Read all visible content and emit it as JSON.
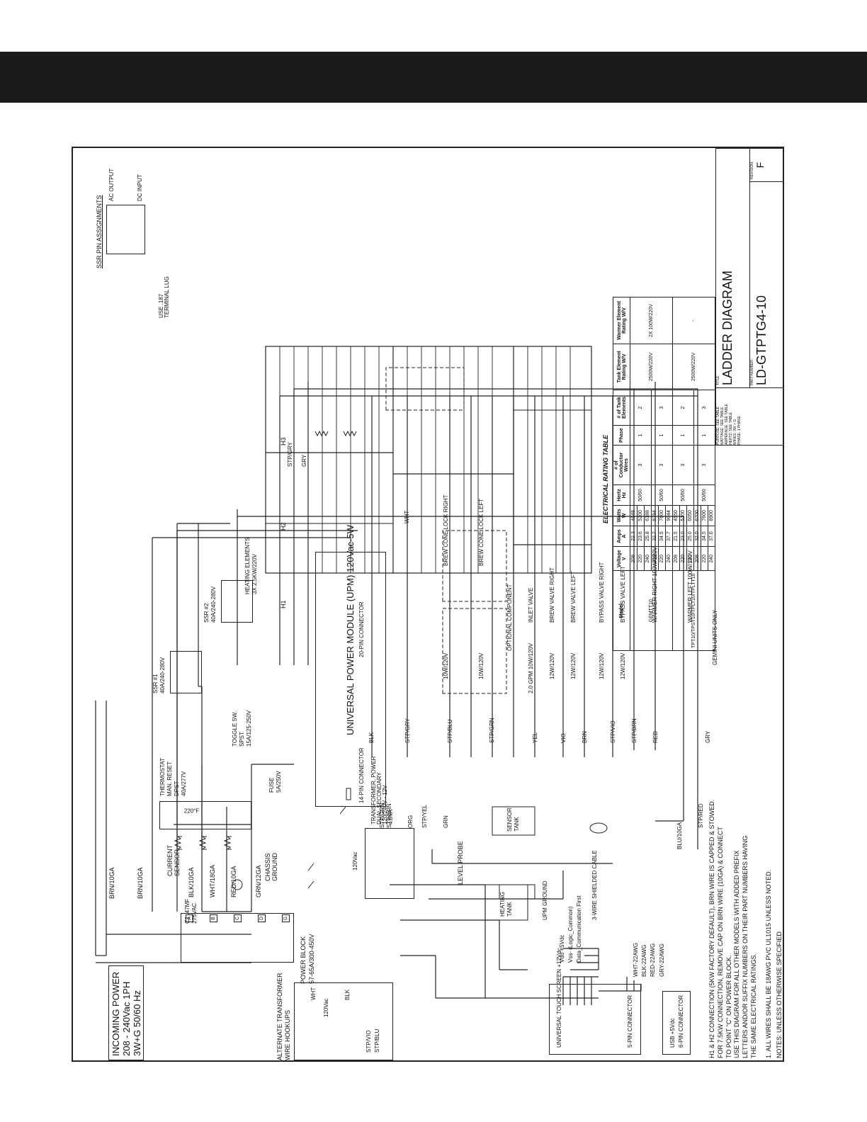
{
  "incoming_power": {
    "line1": "INCOMING POWER",
    "line2": "208 - 240Vac 1PH",
    "line3": "3W+G 50/60 Hz"
  },
  "power_block": {
    "line1": "POWER BLOCK",
    "line2": "57-65A/300-450V"
  },
  "transformer_hookups": {
    "line1": "ALTERNATE TRANSFORMER",
    "line2": "WIRE HOOKUPS",
    "wht": "WHT",
    "blk": "BLK",
    "v120": "120Vac"
  },
  "current_sensor": {
    "line1": "CURRENT",
    "line2": "SENSOR",
    "cap1": "C1 .47MF",
    "cap2": "275VAC"
  },
  "chassis_ground": {
    "line1": "CHASSIS",
    "line2": "GROUND"
  },
  "thermostat": {
    "l1": "THERMOSTAT",
    "l2": "MAN. RESET",
    "l3": "DPST",
    "l4": "40A/277V",
    "temp": "220°F"
  },
  "toggle": {
    "l1": "TOGGLE SW.",
    "l2": "SPST",
    "l3": "15A/125-250V"
  },
  "fuse": {
    "l1": "FUSE",
    "l2": "5A/250V"
  },
  "ssr1": {
    "l1": "SSR #1",
    "l2": "40A/240-280V"
  },
  "ssr2": {
    "l1": "SSR #2",
    "l2": "40A/240-280V"
  },
  "heating_elements": {
    "l1": "HEATING ELEMENTS",
    "l2": "3X 2.5KW/220V",
    "h1": "H1",
    "h2": "H2",
    "h3": "H3"
  },
  "ssr_pins": {
    "title": "SSR PIN ASSIGNMENTS",
    "ac": "AC OUTPUT",
    "dc": "DC INPUT",
    "lug1": "USE .187",
    "lug2": "TERMINAL LUG"
  },
  "upm": {
    "title": "UNIVERSAL POWER MODULE (UPM) 120Vac-5W",
    "c20": "20-PIN CONNECTOR",
    "c14": "14-PIN CONNECTOR"
  },
  "transformer": {
    "l1": "TRANSFORMER, POWER",
    "l2": "DUAL SECONDARY",
    "l3": "120/240V - 12V",
    "l4": "4.8VA",
    "v120": "120Vac"
  },
  "level_probe": "LEVEL PROBE",
  "sensor_tank": {
    "l1": "SENSOR",
    "l2": "TANK"
  },
  "heating_tank": {
    "l1": "HEATING",
    "l2": "TANK"
  },
  "upm_ground": "UPM GROUND",
  "touch_screen": "UNIVERSAL TOUCH SCREEN +12Vdc",
  "usb": "USB +5Vdc",
  "pin5": "5-PIN CONNECTOR",
  "pin6": "6-PIN CONNECTOR",
  "shielded": {
    "vdd": "Vdd +5Vdc",
    "vss": "Vss- (Logic_Common)",
    "data": "Data_Communication First",
    "cable": "3-WIRE SHIELDED CABLE"
  },
  "loads": {
    "brew_cone_right": "BREW CONE LOCK RIGHT",
    "brew_cone_left": "BREW CONE LOCK LEFT",
    "optional": "OPTIONAL COMPONENT",
    "inlet": "INLET VALVE",
    "gpm": "2.0 GPM 10W/120V",
    "brew_right": "BREW VALVE RIGHT",
    "brew_left": "BREW VALVE LEFT",
    "bypass_right": "BYPASS VALVE RIGHT",
    "bypass_left": "BYPASS VALVE LEFT",
    "warmer_right": "WARMER RIGHT 100W/120V",
    "warmer_left": "WARMER LEFT 100W/120V",
    "gemini": "GEMINI UNITS ONLY",
    "w10": "10W/120V",
    "w12": "12W/120V"
  },
  "wires": {
    "blk": "BLK",
    "wht": "WHT",
    "red": "RED",
    "gry": "GRY",
    "yel": "YEL",
    "vio": "VIO",
    "brn": "BRN",
    "grn": "GRN",
    "org": "ORG",
    "blu10": "BLU/10GA",
    "blk10": "BLK/10GA",
    "red10": "RED/10GA",
    "brn10": "BRN/10GA",
    "wht18": "WHT/18GA",
    "grn12": "GRN/12GA",
    "stpgry": "STP/GRY",
    "stpblu": "STP/BLU",
    "stpgrn": "STP/GRN",
    "stpvio": "STP/VIO",
    "stpbrn": "STP/BRN",
    "stpyel": "STP/YEL",
    "stpred": "STP/RED",
    "gry22": "GRY-22AWG",
    "red22": "RED-22AWG",
    "blk22": "BLK-22AWG",
    "wht22": "WHT-22AWG"
  },
  "notes": {
    "title": "NOTES: UNLESS OTHERWISE SPECIFIED",
    "n1": "1. ALL WIRES SHALL BE 18AWG PVC UL1015 UNLESS NOTED.",
    "n2a": "USE THIS DIAGRAM FOR ALL OTHER MODELS WITH ADDED PREFIX",
    "n2b": "LETTERS AND/OR SUFFIX NUMBERS ON THEIR PART NUMBERS HAVING",
    "n2c": "THE SAME ELECTRICAL RATINGS.",
    "n5a": "H1 & H2 CONNECTION (5KW FACTORY DEFAULT), BRN WIRE IS CAPPED & STOWED.",
    "n5b": "FOR 7.5KW CONNECTION, REMOVE CAP ON BRN WIRE (10GA) & CONNECT",
    "n5c": "TO POINT \"C\" ON POWER BLOCK."
  },
  "rating_table": {
    "title": "ELECTRICAL RATING TABLE",
    "headers": [
      "Model",
      "Voltage V",
      "Amps A",
      "Watts W",
      "Hertz Hz",
      "# of Conductor Wires",
      "Phase",
      "# of Tank Elements",
      "Tank Element Rating W/V",
      "Warmer Element Rating W/V"
    ],
    "groups": [
      {
        "model": "GEMTT10",
        "rows": [
          [
            "208",
            "22.3",
            "4648"
          ],
          [
            "220",
            "23.6",
            "5200"
          ],
          [
            "240",
            "25.8",
            "6188"
          ],
          [
            "208",
            "32.7",
            "6794"
          ],
          [
            "220",
            "34.5",
            "7600"
          ],
          [
            "240",
            "37.7",
            "9044"
          ]
        ],
        "subgroups": [
          {
            "hz": "50/60",
            "wires": "3",
            "phase": "1",
            "tanks": "2",
            "tank_rating": "2500W/220V",
            "warmer": "2X 100W/220V"
          },
          {
            "hz": "50/60",
            "wires": "3",
            "phase": "1",
            "tanks": "3",
            "tank_rating": "",
            "warmer": ""
          }
        ]
      },
      {
        "model": "TPT10/TPST10/TPLT10/TPLTT10",
        "rows": [
          [
            "208",
            "21.5",
            "4550"
          ],
          [
            "220",
            "23.0",
            "5100"
          ],
          [
            "240",
            "25.0",
            "6050"
          ],
          [
            "208",
            "32.0",
            "6700"
          ],
          [
            "220",
            "34.5",
            "7600"
          ],
          [
            "240",
            "37.0",
            "8900"
          ]
        ],
        "subgroups": [
          {
            "hz": "50/60",
            "wires": "3",
            "phase": "1",
            "tanks": "2",
            "tank_rating": "2500W/220V",
            "warmer": "-"
          },
          {
            "hz": "50/60",
            "wires": "3",
            "phase": "1",
            "tanks": "3",
            "tank_rating": "",
            "warmer": ""
          }
        ]
      }
    ]
  },
  "title_block": {
    "title_label": "TITLE",
    "title": "LADDER DIAGRAM",
    "part_label": "PART NUMBER:",
    "part": "LD-GTPTG4-10",
    "rev_label": "REVISION:",
    "rev": "F",
    "fields": [
      "PURPOSE: SEE TABLE",
      "WATTAGE: SEE TABLE",
      "AMPERAGE: SEE TABLE",
      "HERTZ: SEE TABLE",
      "WIRES: 3W + G",
      "PHASE: 1 PHASE"
    ]
  }
}
